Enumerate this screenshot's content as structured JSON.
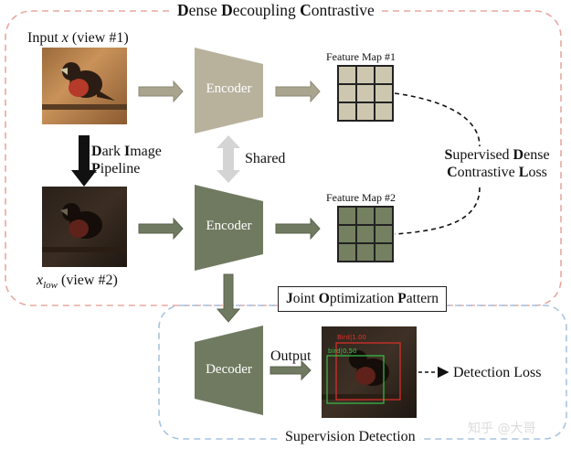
{
  "title": {
    "parts": [
      {
        "b": "D",
        "r": "ense "
      },
      {
        "b": "D",
        "r": "ecoupling "
      },
      {
        "b": "C",
        "r": "ontrastive"
      }
    ]
  },
  "input_label": {
    "pre": "Input ",
    "var": "x",
    "post": " (view #1)"
  },
  "low_label": {
    "var": "x",
    "sub": "low",
    "post": " (view #2)"
  },
  "dark_pipeline": {
    "l1b": "D",
    "l1r": "ark ",
    "l1b2": "I",
    "l1r2": "mage",
    "l2b": "P",
    "l2r": "ipeline"
  },
  "shared": "Shared",
  "encoder1": "Encoder",
  "encoder2": "Encoder",
  "feature_map_1": "Feature Map #1",
  "feature_map_2": "Feature Map #2",
  "loss": {
    "l1b": "S",
    "l1r": "upervised ",
    "l1b2": "D",
    "l1r2": "ense",
    "l2b": "C",
    "l2r": "ontrastive ",
    "l2b2": "L",
    "l2r2": "oss"
  },
  "joint": {
    "b1": "J",
    "r1": "oint ",
    "b2": "O",
    "r2": "ptimization ",
    "b3": "P",
    "r3": "attern"
  },
  "decoder": "Decoder",
  "output": "Output",
  "detection_loss": "Detection Loss",
  "supervision": "Supervision Detection",
  "det_labels": {
    "red": "Bird|1.00",
    "green": "bird|0.50"
  },
  "watermark": "知乎 @大哥",
  "colors": {
    "encoder_light": "#b8b29d",
    "encoder_dark": "#6f7a60",
    "grid_light": "#cdc7b0",
    "grid_dark": "#74805f",
    "dashed_red": "#e8a8a0",
    "dashed_blue": "#a8c4e0",
    "arrow_light": "#a8a48e",
    "arrow_dark": "#6f7a60"
  }
}
